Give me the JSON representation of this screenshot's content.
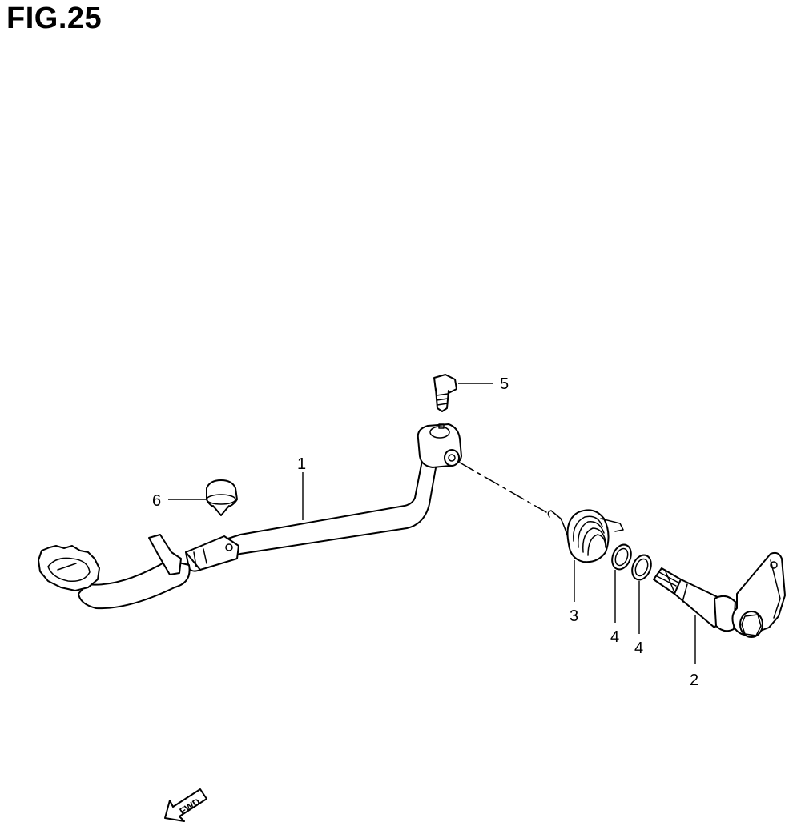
{
  "figure": {
    "title": "FIG.25"
  },
  "callouts": {
    "c1": "1",
    "c2": "2",
    "c3": "3",
    "c4a": "4",
    "c4b": "4",
    "c5": "5",
    "c6": "6"
  },
  "fwd": {
    "label": "FWD"
  }
}
